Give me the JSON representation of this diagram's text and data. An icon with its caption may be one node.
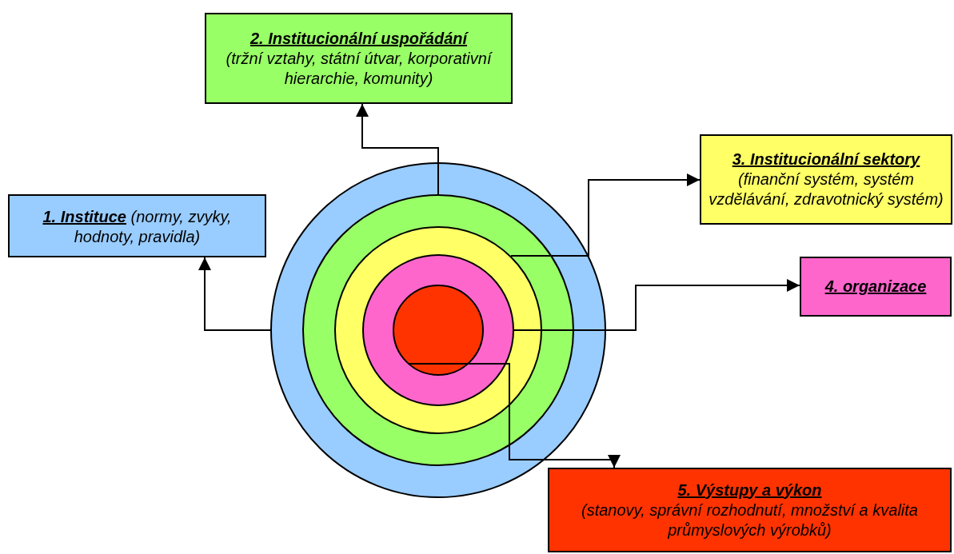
{
  "diagram": {
    "nodes": [
      {
        "text": [
          "1. Instituce",
          "(normy, zvyky, hodnoty, pravidla)"
        ]
      },
      {
        "text": [
          "2. Institucionální uspořádání",
          "(tržní vztahy, státní útvar, korporativní hierarchie, komunity)"
        ]
      },
      {
        "text": [
          "3. Institucionální sektory",
          "(finanční systém, systém vzdělávání, zdravotnický systém)"
        ]
      },
      {
        "text": [
          "4. organizace"
        ]
      },
      {
        "text": [
          "5. Výstupy a výkon",
          "(stanovy, správní rozhodnutí, množství a kvalita průmyslových výrobků)"
        ]
      },
      {
        "text": [],
        "shape": "circle"
      },
      {
        "text": [],
        "shape": "circle",
        "in": 5
      },
      {
        "text": [],
        "shape": "circle",
        "in": 6
      },
      {
        "text": [],
        "shape": "circle",
        "in": 7
      },
      {
        "text": [],
        "shape": "circle",
        "in": 8
      }
    ],
    "edges": [
      {
        "from": 5,
        "to": 0,
        "arrow": "to"
      },
      {
        "from": 6,
        "to": 1,
        "arrow": "to"
      },
      {
        "from": 7,
        "to": 2,
        "arrow": "to"
      },
      {
        "from": 8,
        "to": 3,
        "arrow": "to"
      },
      {
        "from": 9,
        "to": 4,
        "arrow": "to"
      }
    ]
  }
}
